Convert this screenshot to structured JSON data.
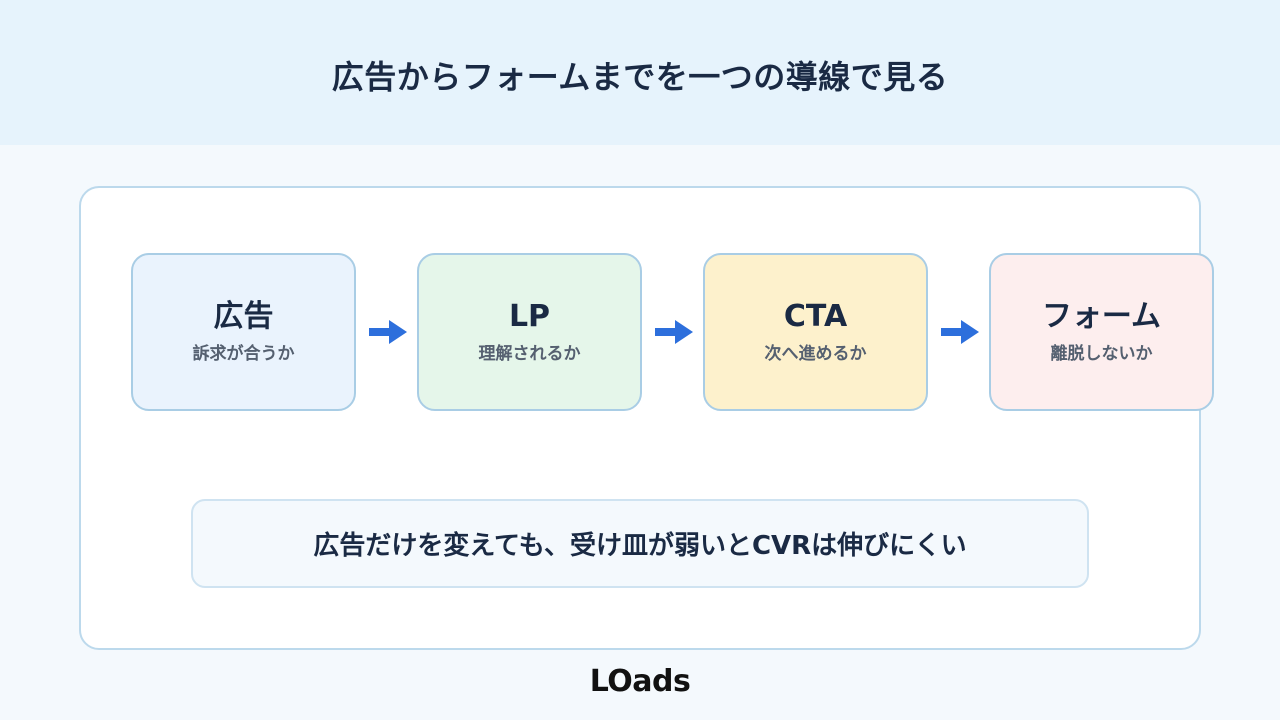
{
  "title": "広告からフォームまでを一つの導線で見る",
  "steps": [
    {
      "title": "広告",
      "subtitle": "訴求が合うか",
      "color": "#eaf3fd"
    },
    {
      "title": "LP",
      "subtitle": "理解されるか",
      "color": "#e5f6ea"
    },
    {
      "title": "CTA",
      "subtitle": "次へ進めるか",
      "color": "#fdf1cc"
    },
    {
      "title": "フォーム",
      "subtitle": "離脱しないか",
      "color": "#fdeeee"
    }
  ],
  "callout": "広告だけを変えても、受け皿が弱いとCVRは伸びにくい",
  "logo": "LOads",
  "colors": {
    "arrow": "#2d6fdc",
    "header_band": "#e6f3fc",
    "panel_border": "#bcd9ec"
  }
}
